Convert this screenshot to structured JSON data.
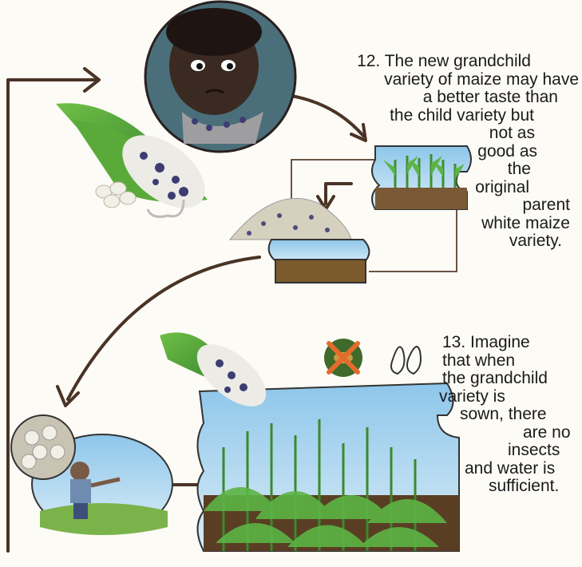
{
  "step12": {
    "lines": [
      "12. The new grandchild",
      "variety of maize may have",
      "a better taste than",
      "the child variety but",
      "not as",
      "good as",
      "the",
      "original",
      "parent",
      "white maize",
      "variety."
    ]
  },
  "step13": {
    "lines": [
      "13. Imagine",
      "that when",
      "the grandchild",
      "variety is",
      "sown, there",
      "are no",
      "insects",
      "and water is",
      "sufficient."
    ]
  },
  "icons": [
    "woman-portrait-icon",
    "maize-cob-icon",
    "seed-pile-icon",
    "crossed-insect-icon",
    "water-drops-icon",
    "farmer-sowing-icon",
    "maize-field-icon"
  ],
  "colors": {
    "arrow": "#4a3326",
    "sky": "#a9d2ea",
    "leaf": "#4e9a3a",
    "soil": "#6b4a2e",
    "no_symbol": "#e36b2c"
  }
}
